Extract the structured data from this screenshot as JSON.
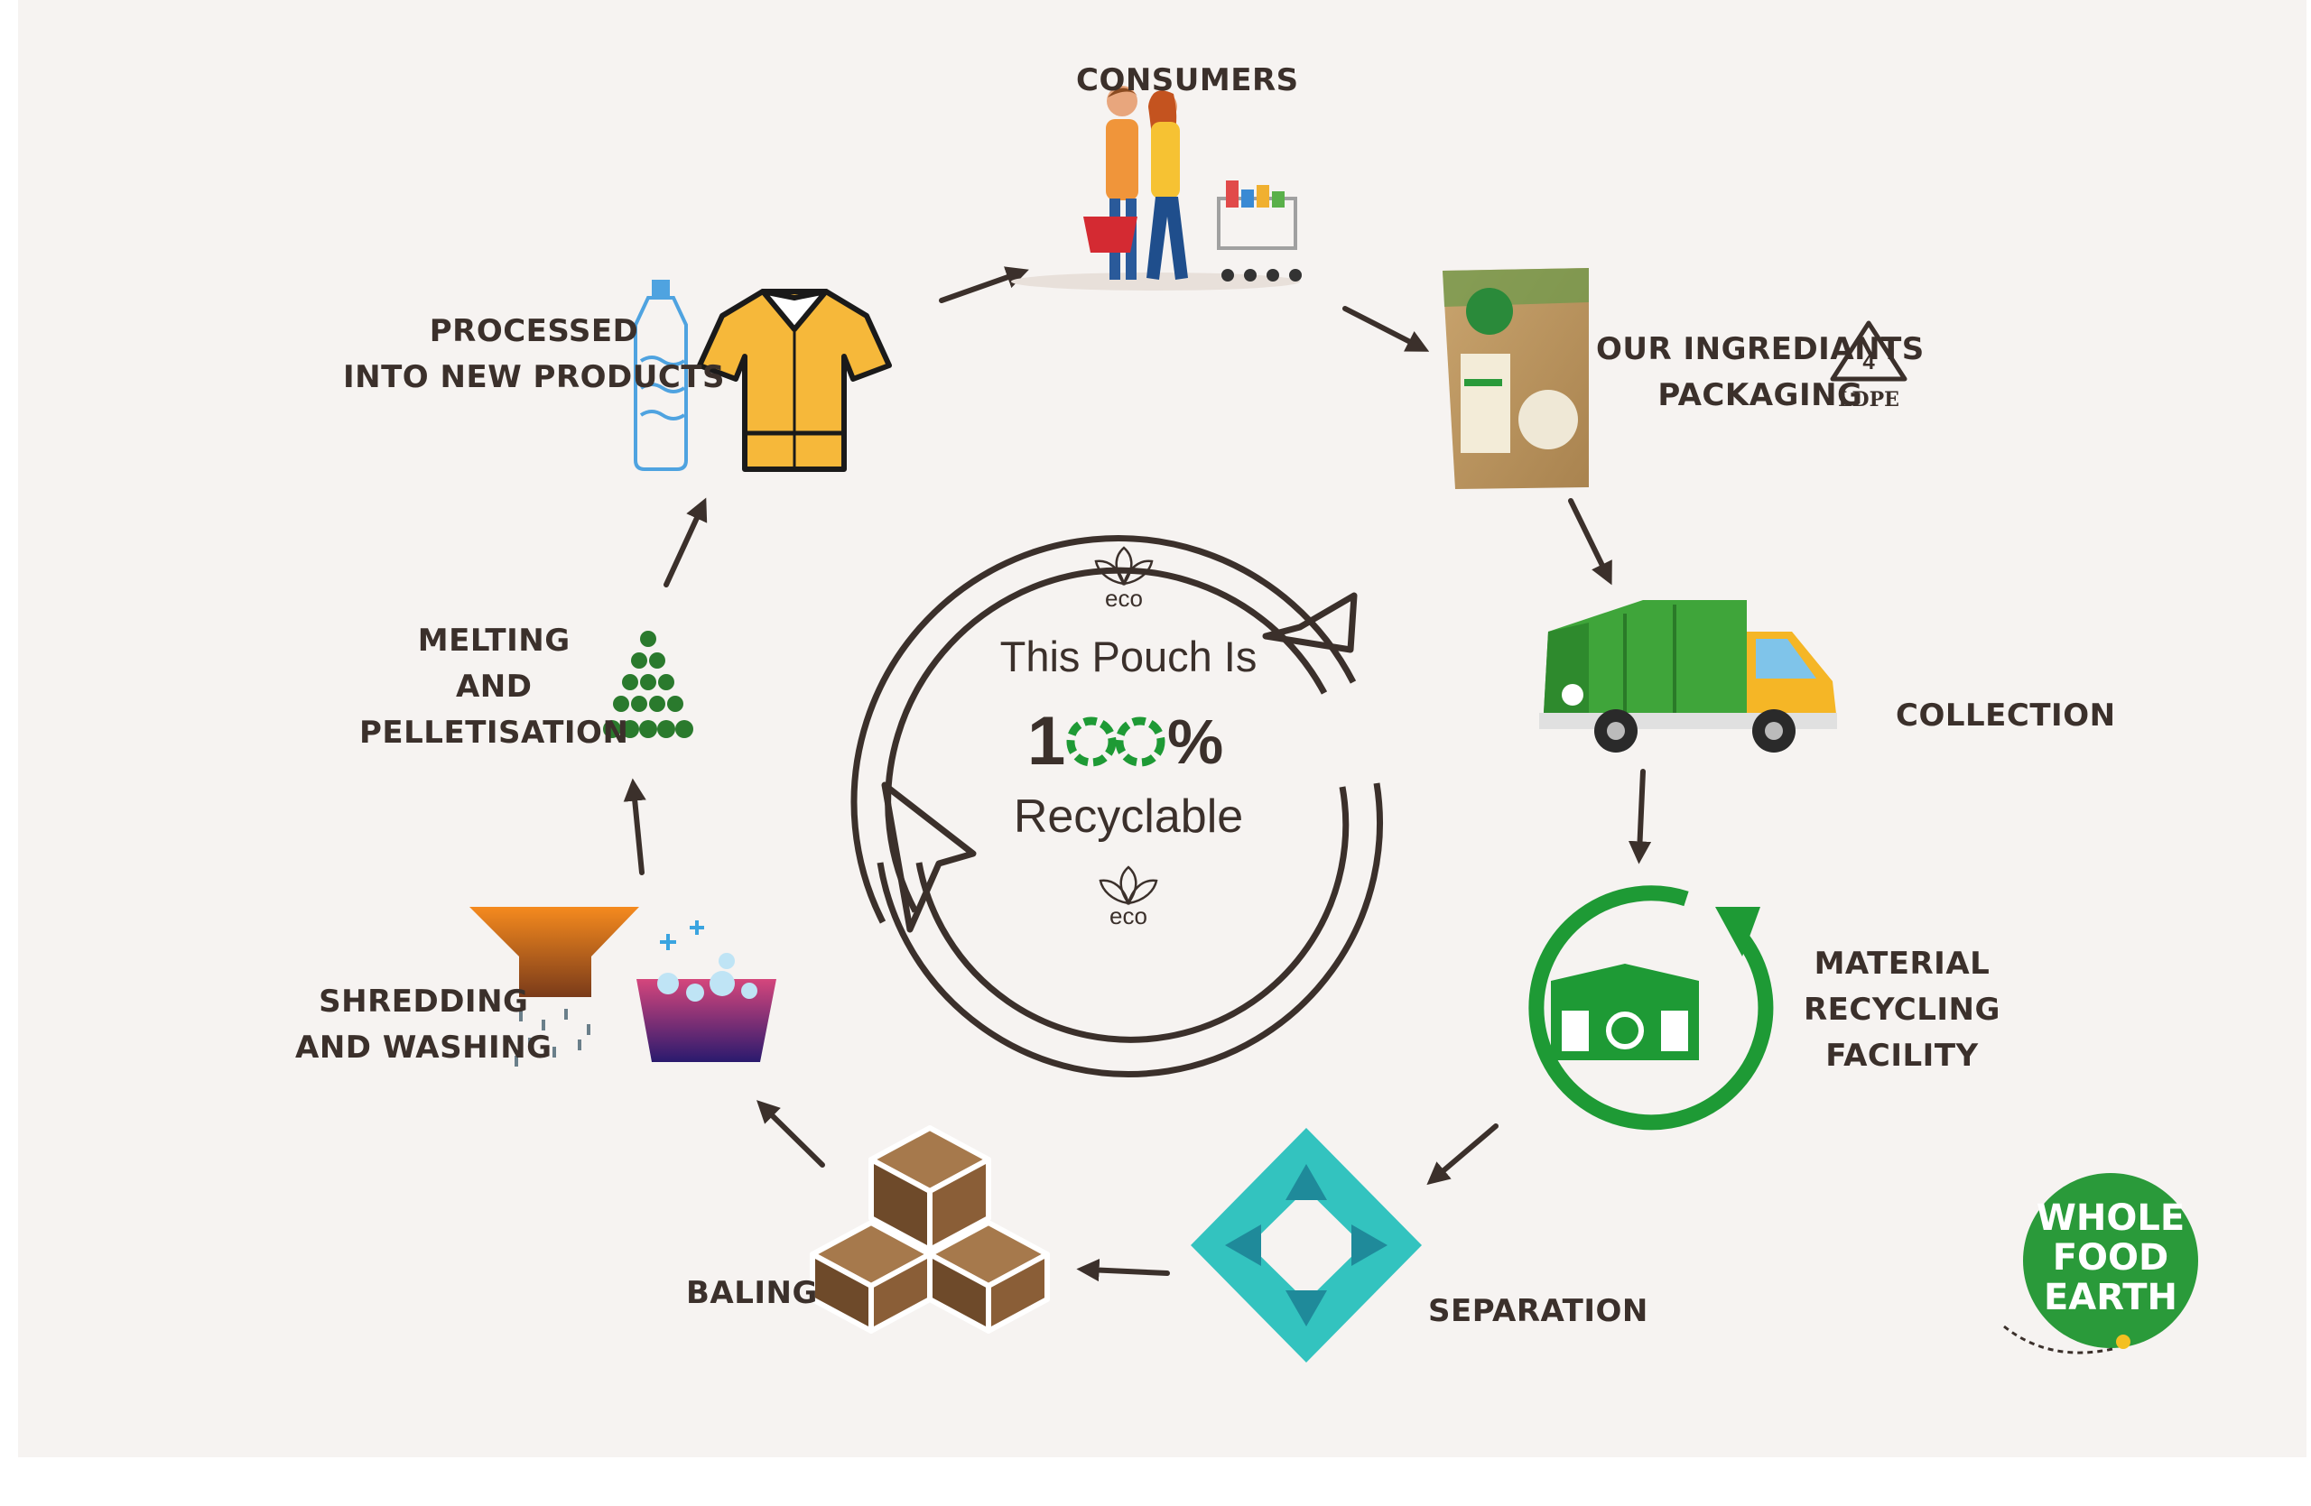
{
  "steps": {
    "consumers": [
      "CONSUMERS"
    ],
    "packaging": [
      "OUR INGREDIANTS",
      "PACKAGING"
    ],
    "collection": [
      "COLLECTION"
    ],
    "mrf": [
      "MATERIAL",
      "RECYCLING",
      "FACILITY"
    ],
    "separation": [
      "SEPARATION"
    ],
    "baling": [
      "BALING"
    ],
    "shredding": [
      "SHREDDING",
      "AND WASHING"
    ],
    "melting": [
      "MELTING",
      "AND",
      "PELLETISATION"
    ],
    "processed": [
      "PROCESSED",
      "INTO NEW PRODUCTS"
    ]
  },
  "center": {
    "line1": "This Pouch Is",
    "percent_one": "1",
    "percent_sign": "%",
    "line3": "Recyclable",
    "eco_top": "eco",
    "eco_bottom": "eco"
  },
  "resin": {
    "number": "4",
    "code": "LDPE"
  },
  "logo": {
    "line1": "WHOLE",
    "line2": "FOOD",
    "line3": "EARTH"
  },
  "colors": {
    "background": "#f6f3f1",
    "label": "#3b302b",
    "green": "#1e9a35",
    "teal": "#33c3bf",
    "brown": "#6e4a2a",
    "orange": "#e8701a",
    "yellow": "#f4b72a"
  }
}
